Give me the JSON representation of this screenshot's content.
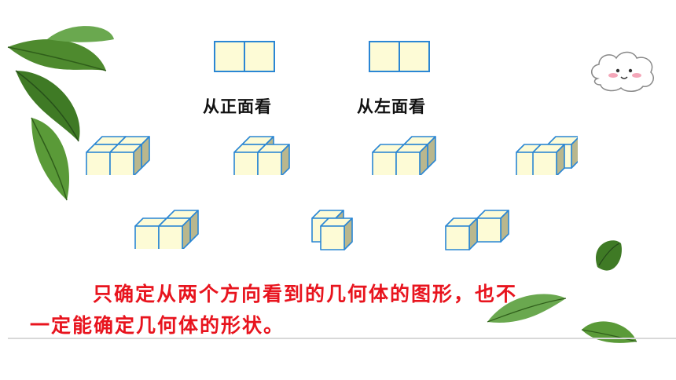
{
  "views": {
    "front_label": "从正面看",
    "left_label": "从左面看"
  },
  "conclusion": {
    "line1": "只确定从两个方向看到的几何体的图形，也不",
    "line2": "一定能确定几何体的形状。"
  },
  "colors": {
    "cube_face": "#fdfbd6",
    "cube_side": "#b9b78e",
    "cube_edge": "#2a86d4",
    "text_red": "#e8141e",
    "leaf_dark": "#2f6b1e",
    "leaf_light": "#6aa84f"
  },
  "icons": [
    "leaf-decoration",
    "cloud-face-icon"
  ]
}
